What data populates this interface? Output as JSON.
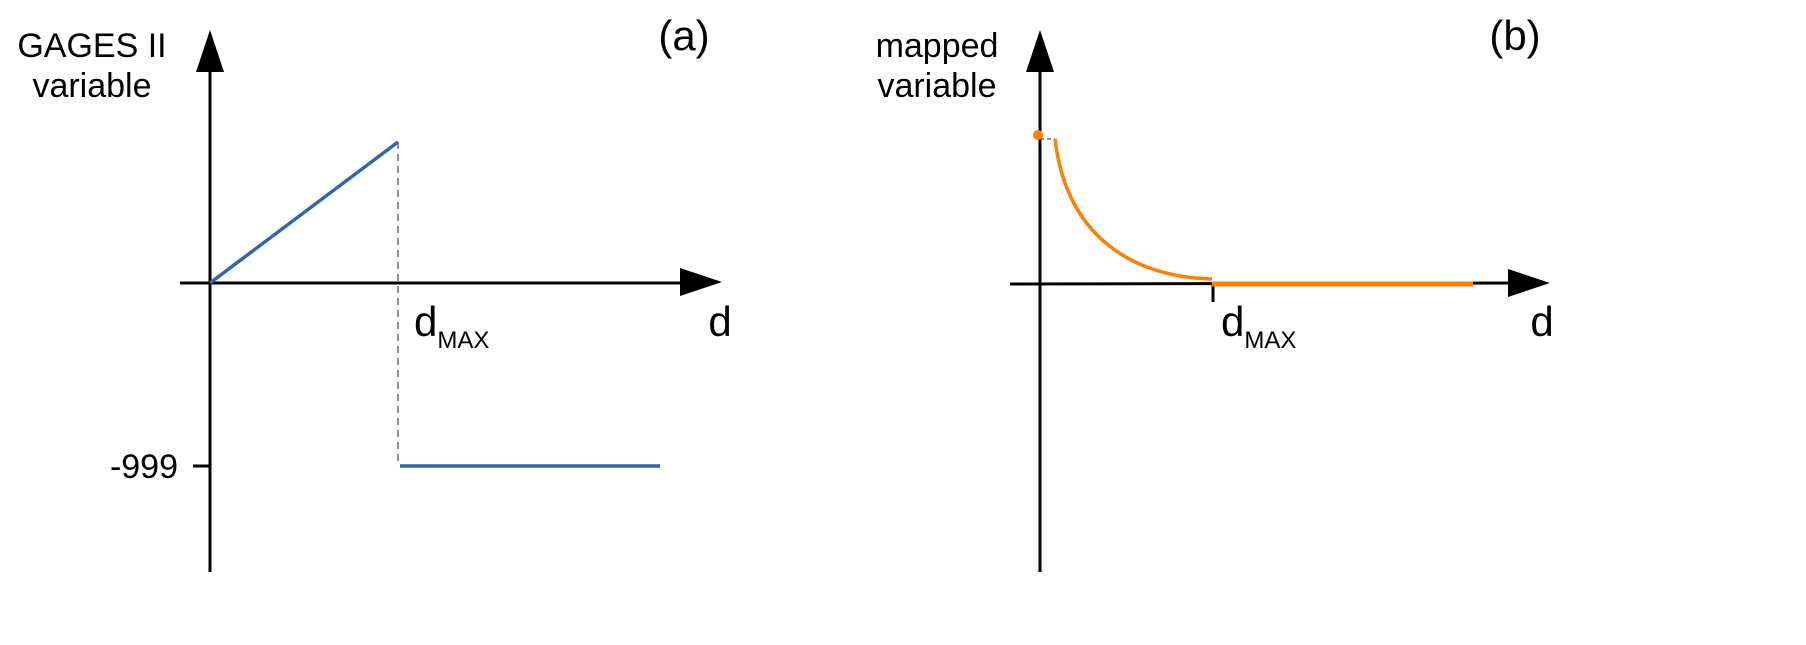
{
  "colors": {
    "series_a": "#3465a4",
    "series_b": "#ff8000",
    "axis": "#000000"
  },
  "panel_a": {
    "tag": "(a)",
    "ylabel_line1": "GAGES II",
    "ylabel_line2": "variable",
    "xlabel": "d",
    "dmax_main": "d",
    "dmax_sub": "MAX",
    "ytick_label": "-999"
  },
  "panel_b": {
    "tag": "(b)",
    "ylabel_line1": "mapped",
    "ylabel_line2": "variable",
    "xlabel": "d",
    "dmax_main": "d",
    "dmax_sub": "MAX"
  }
}
